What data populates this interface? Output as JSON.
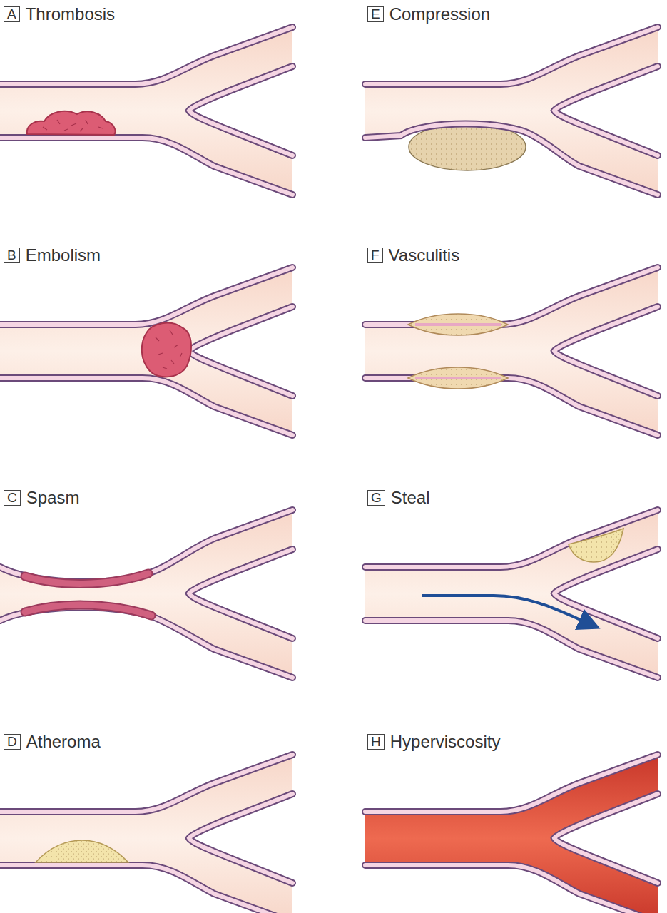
{
  "diagram": {
    "nodes": [
      {
        "text": [
          "A",
          "Thrombosis"
        ]
      },
      {
        "text": [
          "B",
          "Embolism"
        ]
      },
      {
        "text": [
          "C",
          "Spasm"
        ]
      },
      {
        "text": [
          "D",
          "Atheroma"
        ]
      },
      {
        "text": [
          "E",
          "Compression"
        ]
      },
      {
        "text": [
          "F",
          "Vasculitis"
        ]
      },
      {
        "text": [
          "G",
          "Steal"
        ]
      },
      {
        "text": [
          "H",
          "Hyperviscosity"
        ]
      }
    ]
  }
}
